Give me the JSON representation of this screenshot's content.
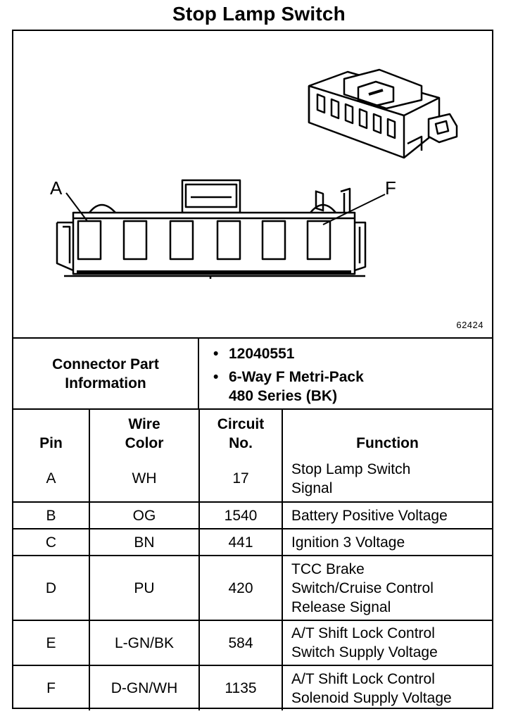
{
  "title": "Stop Lamp Switch",
  "figure_number": "62424",
  "diagram_labels": {
    "left": "A",
    "right": "F"
  },
  "connector_info": {
    "label_lines": [
      "Connector Part",
      "Information"
    ],
    "part_number": "12040551",
    "description_lines": [
      "6-Way F Metri-Pack",
      "480 Series (BK)"
    ]
  },
  "table": {
    "headers": {
      "pin": "Pin",
      "wire_color": [
        "Wire",
        "Color"
      ],
      "circuit": [
        "Circuit",
        "No."
      ],
      "function": "Function"
    },
    "rows": [
      {
        "pin": "A",
        "wire_color": "WH",
        "circuit": "17",
        "function": [
          "Stop Lamp Switch",
          "Signal"
        ]
      },
      {
        "pin": "B",
        "wire_color": "OG",
        "circuit": "1540",
        "function": [
          "Battery Positive Voltage"
        ]
      },
      {
        "pin": "C",
        "wire_color": "BN",
        "circuit": "441",
        "function": [
          "Ignition 3 Voltage"
        ]
      },
      {
        "pin": "D",
        "wire_color": "PU",
        "circuit": "420",
        "function": [
          "TCC Brake",
          "Switch/Cruise Control",
          "Release Signal"
        ]
      },
      {
        "pin": "E",
        "wire_color": "L-GN/BK",
        "circuit": "584",
        "function": [
          "A/T Shift Lock Control",
          "Switch Supply Voltage"
        ]
      },
      {
        "pin": "F",
        "wire_color": "D-GN/WH",
        "circuit": "1135",
        "function": [
          "A/T Shift Lock Control",
          "Solenoid Supply Voltage"
        ]
      }
    ]
  }
}
